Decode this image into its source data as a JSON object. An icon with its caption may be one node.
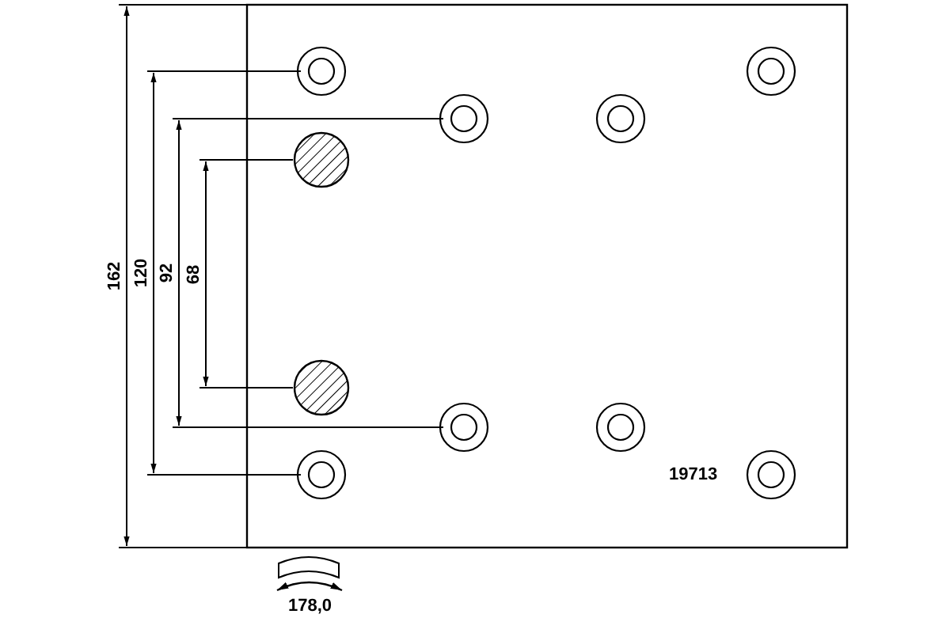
{
  "diagram": {
    "labels": [
      "162",
      "120",
      "92",
      "68",
      "19713",
      "178,0"
    ]
  }
}
